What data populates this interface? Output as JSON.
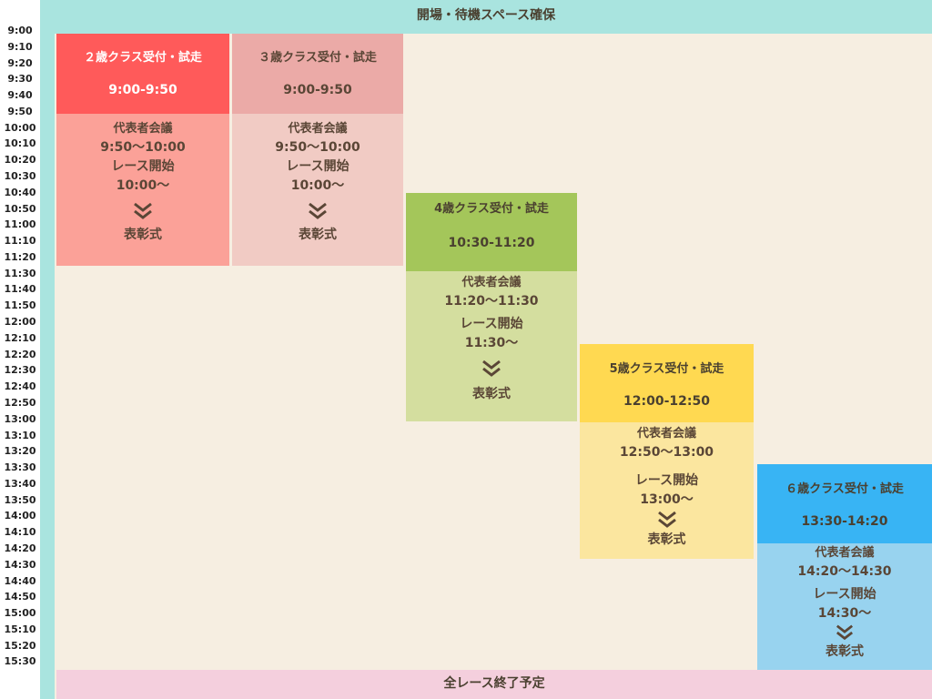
{
  "header": {
    "banner": "開場・待機スペース確保"
  },
  "footer": {
    "banner": "全レース終了予定"
  },
  "times": [
    "9:00",
    "9:10",
    "9:20",
    "9:30",
    "9:40",
    "9:50",
    "10:00",
    "10:10",
    "10:20",
    "10:30",
    "10:40",
    "10:50",
    "11:00",
    "11:10",
    "11:20",
    "11:30",
    "11:40",
    "11:50",
    "12:00",
    "12:10",
    "12:20",
    "12:30",
    "12:40",
    "12:50",
    "13:00",
    "13:10",
    "13:20",
    "13:30",
    "13:40",
    "13:50",
    "14:00",
    "14:10",
    "14:20",
    "14:30",
    "14:40",
    "14:50",
    "15:00",
    "15:10",
    "15:20",
    "15:30"
  ],
  "blocks": [
    {
      "title": "２歳クラス受付・試走",
      "time": "9:00-9:50",
      "meeting_label": "代表者会議",
      "meeting_time": "9:50〜10:00",
      "race_label": "レース開始",
      "race_time": "10:00〜",
      "award": "表彰式",
      "head_color": "#ff5a5a",
      "body_color": "#fba198"
    },
    {
      "title": "３歳クラス受付・試走",
      "time": "9:00-9:50",
      "meeting_label": "代表者会議",
      "meeting_time": "9:50〜10:00",
      "race_label": "レース開始",
      "race_time": "10:00〜",
      "award": "表彰式",
      "head_color": "#ebaaa7",
      "body_color": "#f1cbc4"
    },
    {
      "title": "4歳クラス受付・試走",
      "time": "10:30-11:20",
      "meeting_label": "代表者会議",
      "meeting_time": "11:20〜11:30",
      "race_label": "レース開始",
      "race_time": "11:30〜",
      "award": "表彰式",
      "head_color": "#a4c65a",
      "body_color": "#d4de9f"
    },
    {
      "title": "5歳クラス受付・試走",
      "time": "12:00-12:50",
      "meeting_label": "代表者会議",
      "meeting_time": "12:50〜13:00",
      "race_label": "レース開始",
      "race_time": "13:00〜",
      "award": "表彰式",
      "head_color": "#ffd951",
      "body_color": "#fbe69f"
    },
    {
      "title": "６歳クラス受付・試走",
      "time": "13:30-14:20",
      "meeting_label": "代表者会議",
      "meeting_time": "14:20〜14:30",
      "race_label": "レース開始",
      "race_time": "14:30〜",
      "award": "表彰式",
      "head_color": "#38b4f4",
      "body_color": "#98d3ef"
    }
  ]
}
